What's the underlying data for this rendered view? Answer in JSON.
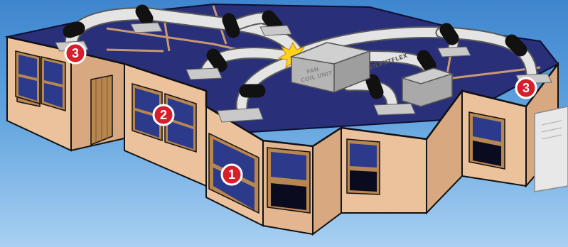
{
  "diagram": {
    "callouts": [
      {
        "id": "room-1",
        "label": "1"
      },
      {
        "id": "room-2",
        "label": "2"
      },
      {
        "id": "room-3-left",
        "label": "3"
      },
      {
        "id": "room-3-right",
        "label": "3"
      }
    ],
    "fan_coil_unit_label_line1": "FAN",
    "fan_coil_unit_label_line2": "COIL UNIT",
    "duct_label": "SILENTFLEX",
    "colors": {
      "wall": "#ecc29c",
      "wall_shade": "#d8a880",
      "roof_interior": "#2a2f7a",
      "duct": "#e4e4e4",
      "duct_band": "#111111",
      "callout": "#d61f2b",
      "window_glass": "#2c3a8c",
      "door": "#b8864f"
    },
    "icons": [
      "junction-star-icon"
    ]
  }
}
